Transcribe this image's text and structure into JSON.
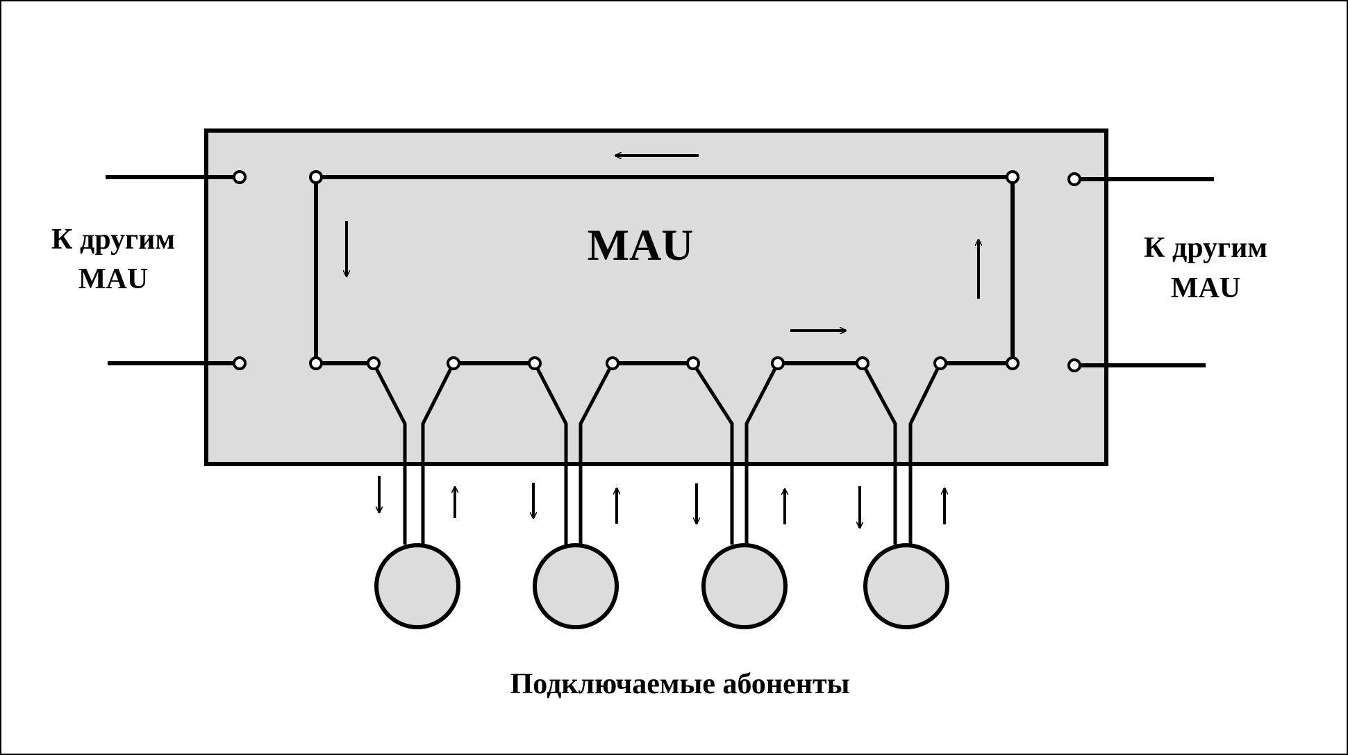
{
  "diagram": {
    "title": "MAU",
    "left_label": [
      "К другим",
      "MAU"
    ],
    "right_label": [
      "К другим",
      "MAU"
    ],
    "caption": "Подключаемые абоненты",
    "colors": {
      "box_fill": "#dcdcdc",
      "stroke": "#000000",
      "background": "#ffffff"
    },
    "subscriber_count": 4
  }
}
